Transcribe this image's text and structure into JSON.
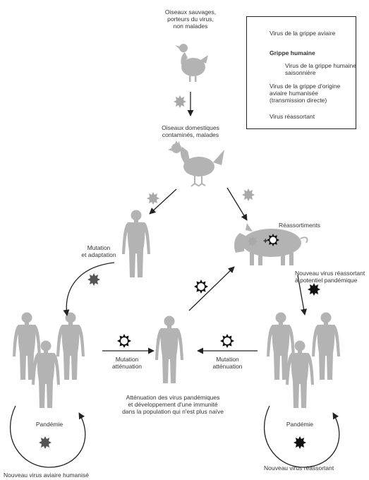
{
  "labels": {
    "wild_birds": "Oiseaux sauvages,\nporteurs du virus,\nnon malades",
    "domestic_birds": "Oiseaux domestiques\ncontaminés, malades",
    "mutation_adaptation": "Mutation\net adaptation",
    "reassortments": "Réassortiments",
    "new_reassortant_potential": "Nouveau virus réassortant\nà potentiel pandémique",
    "mutation_attenuation_left": "Mutation\natténuation",
    "mutation_attenuation_right": "Mutation\natténuation",
    "attenuation_note": "Atténuation des virus pandémiques\net développement d'une immunité\ndans la population qui n'est plus naïve",
    "pandemic_left": "Pandémie",
    "pandemic_right": "Pandémie",
    "new_humanized_avian": "Nouveau virus aviaire humanisé",
    "new_reassortant": "Nouveau virus réassortant",
    "plus_sign": "+"
  },
  "legend": {
    "avian_flu": "Virus de la grippe aviaire",
    "human_flu_title": "Grippe humaine",
    "seasonal_human": "Virus de la grippe humaine\nsaisonnière",
    "humanized_avian": "Virus de la grippe d'origine\naviaire humanisée\n(transmission directe)",
    "reassortant": "Virus réassortant"
  },
  "colors": {
    "figure_gray": "#b3b3b3",
    "avian_virus": "#a9a9a9",
    "humanized_virus": "#555555",
    "reassortant_virus": "#111111",
    "arrow": "#222222"
  }
}
